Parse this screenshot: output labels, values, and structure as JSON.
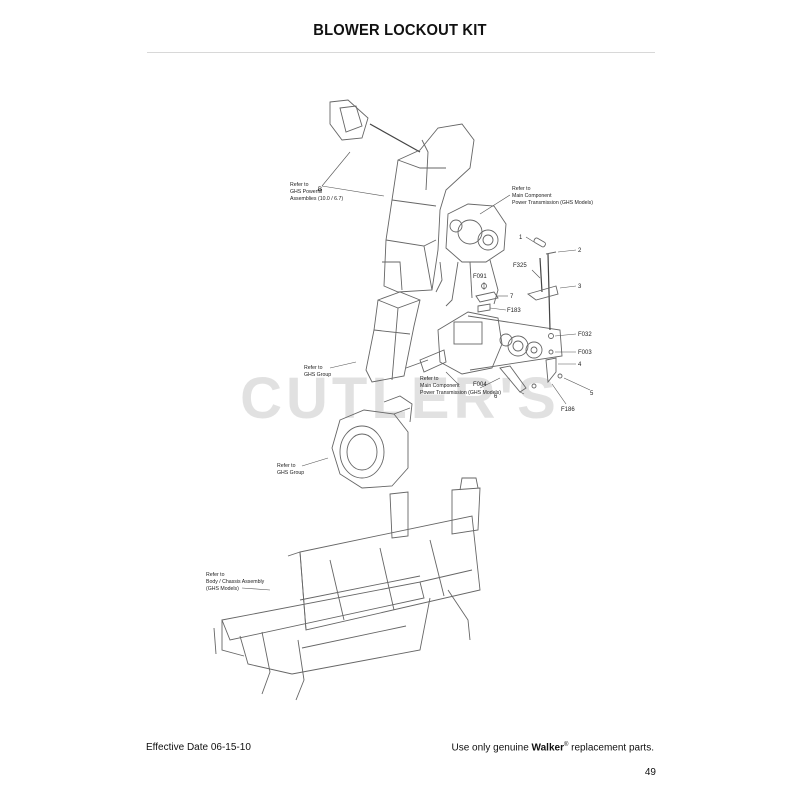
{
  "page": {
    "title": "BLOWER LOCKOUT KIT",
    "watermark": "CUTLER'S",
    "footer_left": "Effective Date 06-15-10",
    "footer_right_pre": "Use only genuine ",
    "footer_right_brand": "Walker",
    "footer_right_reg": "®",
    "footer_right_post": " replacement parts.",
    "page_number": "49"
  },
  "diagram": {
    "refer_notes": [
      {
        "lines": [
          "Refer to",
          "GHS Powerfill",
          "Assemblies (10.0 / 6.7)"
        ]
      },
      {
        "lines": [
          "Refer to",
          "Main Component",
          "Power Transmission (GHS Models)"
        ]
      },
      {
        "lines": [
          "Refer to",
          "GHS Group"
        ]
      },
      {
        "lines": [
          "Refer to",
          "Main Component",
          "Power Transmission (GHS Models)"
        ]
      },
      {
        "lines": [
          "Refer to",
          "GHS Group"
        ]
      },
      {
        "lines": [
          "Refer to",
          "Body / Chassis Assembly",
          "(GHS Models)"
        ]
      }
    ],
    "callouts": [
      "B",
      "1",
      "2",
      "F325",
      "3",
      "F091",
      "7",
      "F183",
      "F032",
      "F003",
      "4",
      "F004",
      "6",
      "5",
      "F186"
    ]
  }
}
